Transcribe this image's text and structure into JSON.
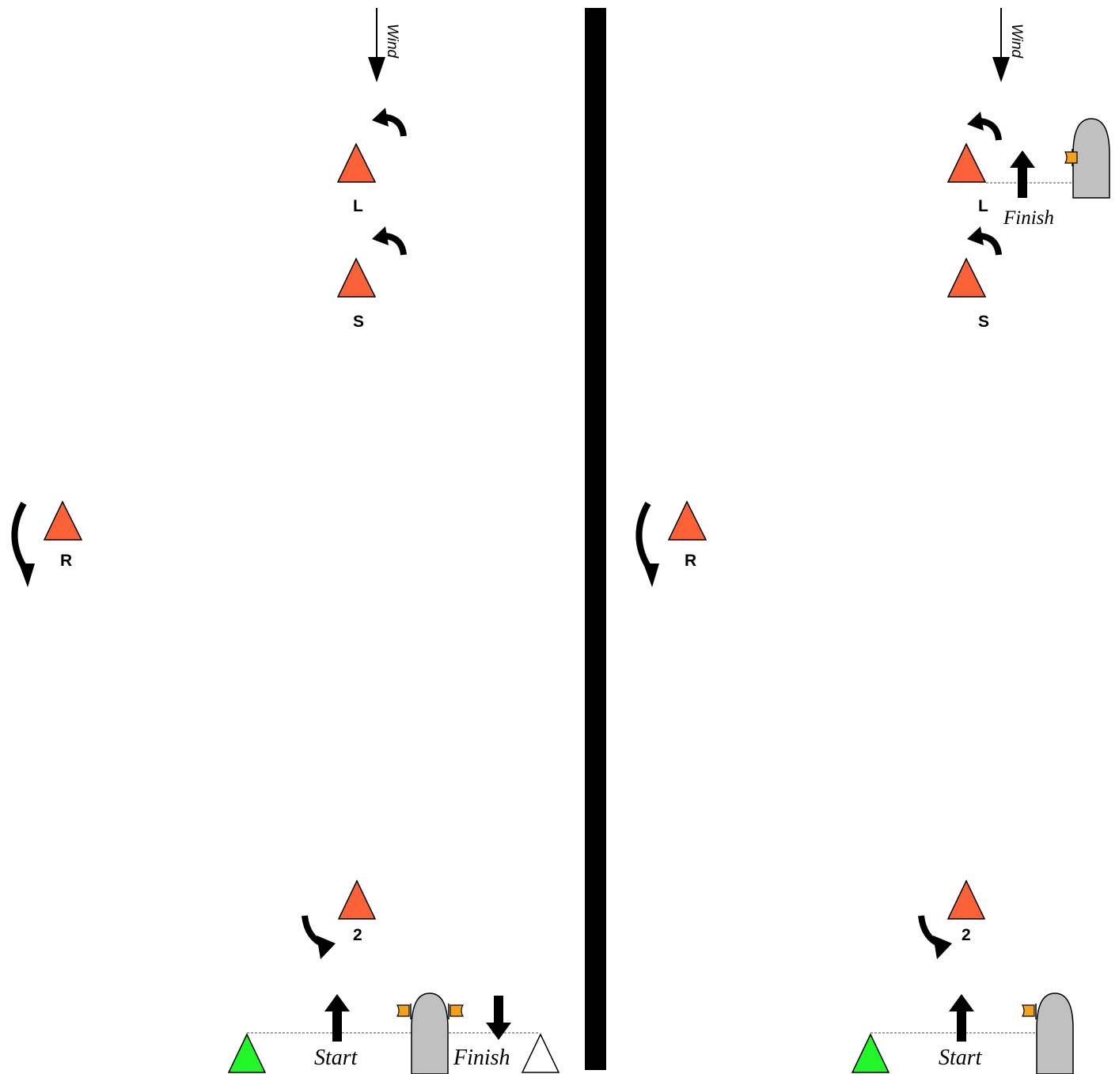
{
  "colors": {
    "orange_mark": "#fb6237",
    "start_mark": "#22f528",
    "finish_mark": "#ffffff",
    "committee_boat": "#c0c0c0",
    "flag": "#f7a11a",
    "divider": "#000000"
  },
  "icons": [
    "wind-arrow-icon",
    "rounding-arrow-icon",
    "course-arrow-icon",
    "committee-boat-icon",
    "flag-icon",
    "mark-buoy-icon"
  ],
  "left": {
    "wind_label": "Wind",
    "marks": {
      "L": "L",
      "S": "S",
      "R": "R",
      "two": "2"
    },
    "start_label": "Start",
    "finish_label": "Finish"
  },
  "right": {
    "wind_label": "Wind",
    "marks": {
      "L": "L",
      "S": "S",
      "R": "R",
      "two": "2"
    },
    "start_label": "Start",
    "finish_label": "Finish"
  }
}
